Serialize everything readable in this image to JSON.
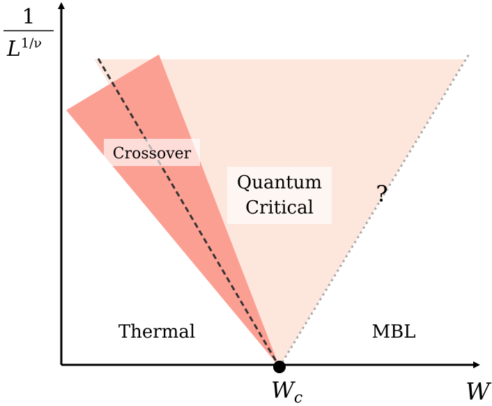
{
  "axes": {
    "y_label_numerator": "1",
    "y_label_denominator": "L",
    "y_label_exponent": "1/ν",
    "x_label": "W",
    "critical_point_label": "W",
    "critical_point_subscript": "c"
  },
  "regions": {
    "crossover": "Crossover",
    "quantum_critical_line1": "Quantum",
    "quantum_critical_line2": "Critical",
    "question_mark": "?",
    "thermal": "Thermal",
    "mbl": "MBL"
  },
  "colors": {
    "quantum_critical_fill": "#fde6dc",
    "crossover_fill": "#fc9f93",
    "axis": "#000000",
    "dashed_line": "#333333",
    "dotted_line": "#a8a8a8"
  }
}
